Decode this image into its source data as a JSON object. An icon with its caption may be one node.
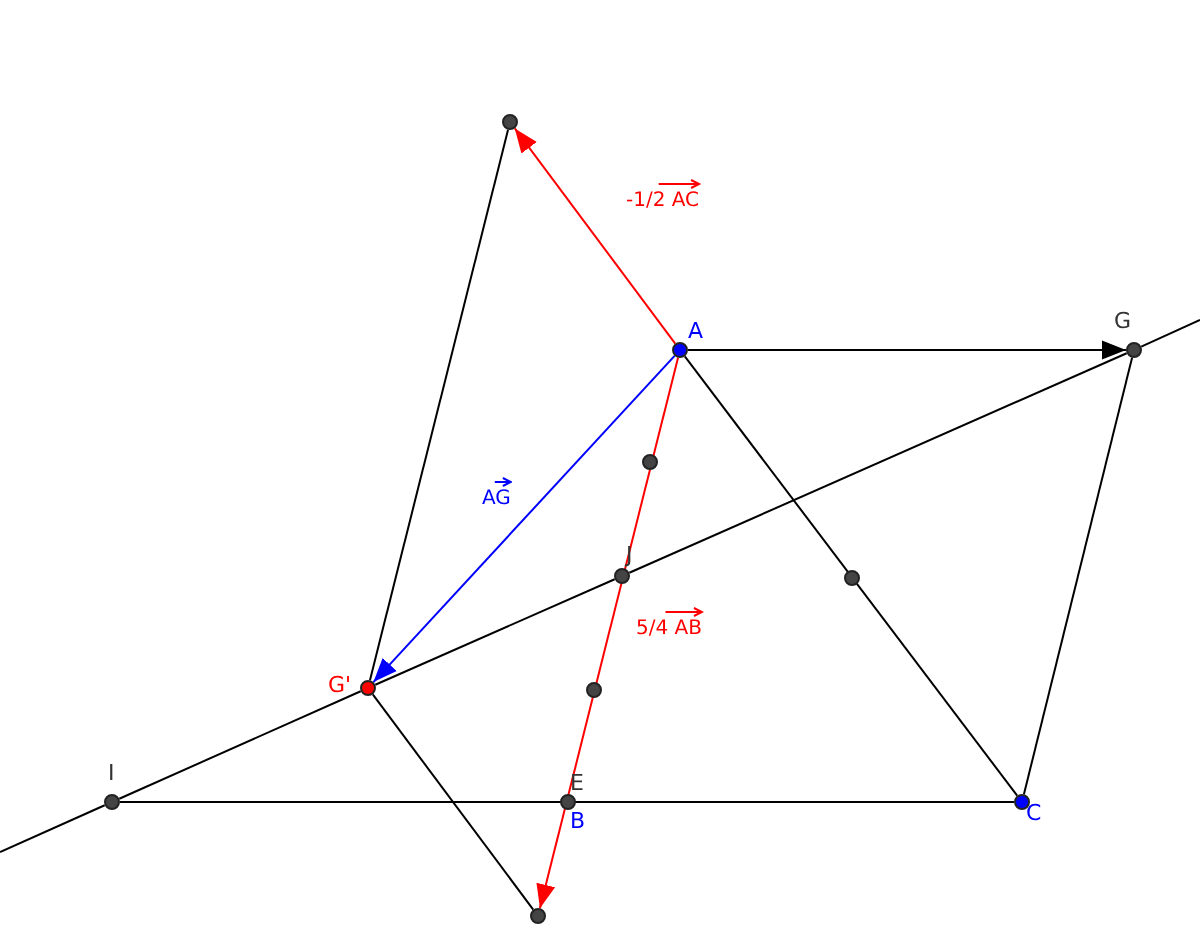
{
  "diagram": {
    "nodes": [
      {
        "text": [],
        "shape": "circle"
      },
      {
        "text": [
          "A"
        ]
      },
      {
        "text": [
          "G"
        ]
      },
      {
        "text": [],
        "shape": "circle"
      },
      {
        "text": [
          "J"
        ]
      },
      {
        "text": [],
        "shape": "circle"
      },
      {
        "text": [
          "G'"
        ]
      },
      {
        "text": [],
        "shape": "circle"
      },
      {
        "text": [
          "I"
        ]
      },
      {
        "text": [
          "E",
          "B"
        ]
      },
      {
        "text": [
          "C"
        ]
      },
      {
        "text": [],
        "shape": "circle"
      }
    ],
    "edges": [
      {
        "from": 1,
        "to": 0,
        "arrow": "to",
        "label": "-1/2 AC",
        "color": "#ff0000"
      },
      {
        "from": 1,
        "to": 6,
        "arrow": "to",
        "label": "AG",
        "color": "#0000ff"
      },
      {
        "from": 1,
        "to": 2,
        "arrow": "to"
      },
      {
        "from": 1,
        "to": 11,
        "arrow": "to",
        "label": "5/4 AB",
        "color": "#ff0000"
      },
      {
        "from": 0,
        "to": 6,
        "arrow": "none"
      },
      {
        "from": 6,
        "to": 11,
        "arrow": "none"
      },
      {
        "from": 1,
        "to": 10,
        "arrow": "none"
      },
      {
        "from": 8,
        "to": 10,
        "arrow": "none"
      },
      {
        "from": 2,
        "to": 10,
        "arrow": "none"
      },
      {
        "from": null,
        "to": 8,
        "arrow": "none"
      },
      {
        "from": 8,
        "to": 6,
        "arrow": "none"
      },
      {
        "from": 6,
        "to": 4,
        "arrow": "none"
      },
      {
        "from": 4,
        "to": 2,
        "arrow": "none"
      },
      {
        "from": 2,
        "to": null,
        "arrow": "none"
      }
    ]
  }
}
